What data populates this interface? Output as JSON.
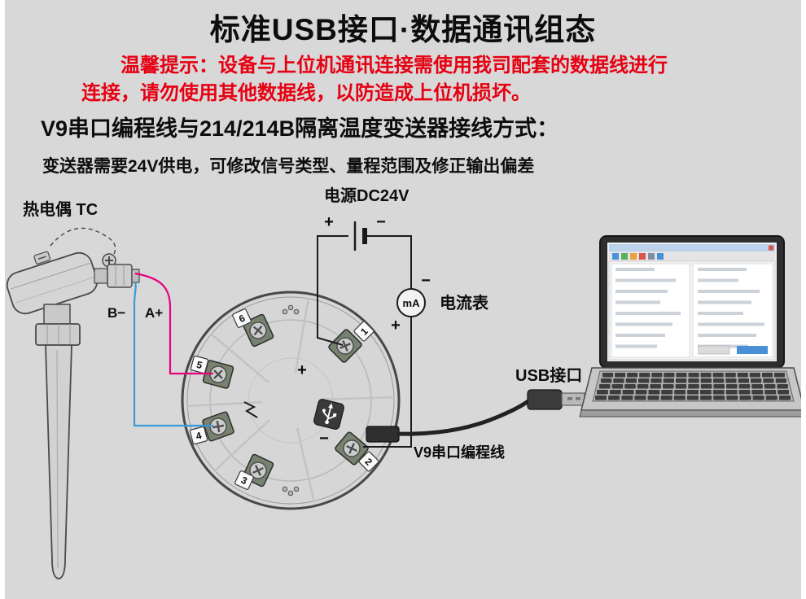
{
  "page": {
    "title": "标准USB接口·数据通讯组态",
    "warning": {
      "line1": "温馨提示：设备与上位机通讯连接需使用我司配套的数据线进行",
      "line2": "连接，请勿使用其他数据线，以防造成上位机损坏。"
    },
    "subtitle": "V9串口编程线与214/214B隔离温度变送器接线方式：",
    "description": "变送器需要24V供电，可修改信号类型、量程范围及修正输出偏差"
  },
  "diagram": {
    "labels": {
      "thermocouple": "热电偶 TC",
      "power_supply": "电源DC24V",
      "ammeter": "电流表",
      "ammeter_unit": "mA",
      "usb_port": "USB接口",
      "programming_cable": "V9串口编程线",
      "lead_b": "B−",
      "lead_a": "A+",
      "battery_plus": "+",
      "battery_minus": "−",
      "ammeter_minus": "−",
      "ammeter_plus": "+",
      "terminal_plus": "+",
      "terminal_minus": "−"
    },
    "terminals": [
      "1",
      "2",
      "3",
      "4",
      "5",
      "6"
    ]
  },
  "colors": {
    "background": "#d8d8d8",
    "warning_red": "#e60012",
    "wire_black": "#1a1a1a",
    "wire_pink": "#e6007e",
    "wire_blue": "#3a9ad9"
  }
}
